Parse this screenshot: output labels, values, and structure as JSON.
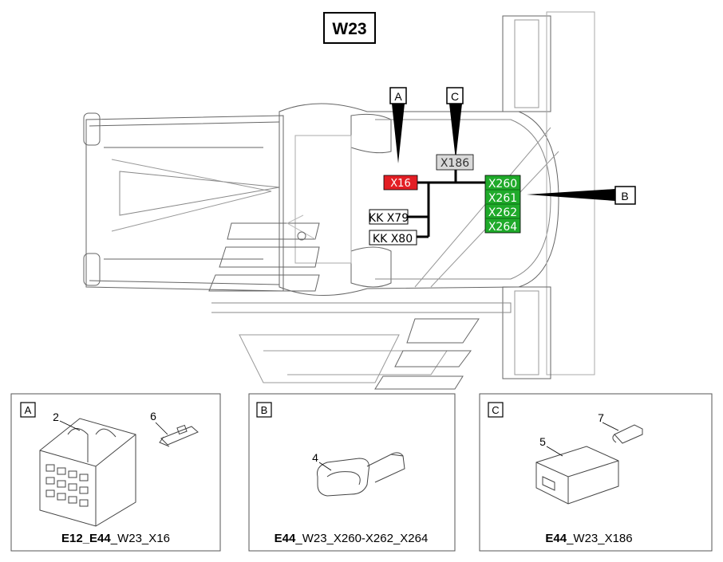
{
  "title": "W23",
  "callouts": {
    "a": "A",
    "b": "B",
    "c": "C"
  },
  "connectors": {
    "x16": "X16",
    "x186": "X186",
    "kk_x79": "KK X79",
    "kk_x80": "KK X80",
    "x260": "X260",
    "x261": "X261",
    "x262": "X262",
    "x264": "X264"
  },
  "colors": {
    "x16_fill": "#e31e24",
    "green_fill": "#1faa2a",
    "grey_fill": "#d9d9d9",
    "line": "#000000",
    "drawing": "#555555"
  },
  "panels": {
    "a": {
      "letter": "A",
      "items": [
        "2",
        "6"
      ],
      "caption_bold": "E12_E44",
      "caption_rest": "_W23_X16"
    },
    "b": {
      "letter": "B",
      "items": [
        "4"
      ],
      "caption_bold": "E44",
      "caption_rest": "_W23_X260-X262_X264"
    },
    "c": {
      "letter": "C",
      "items": [
        "7",
        "5"
      ],
      "caption_bold": "E44",
      "caption_rest": "_W23_X186"
    }
  }
}
